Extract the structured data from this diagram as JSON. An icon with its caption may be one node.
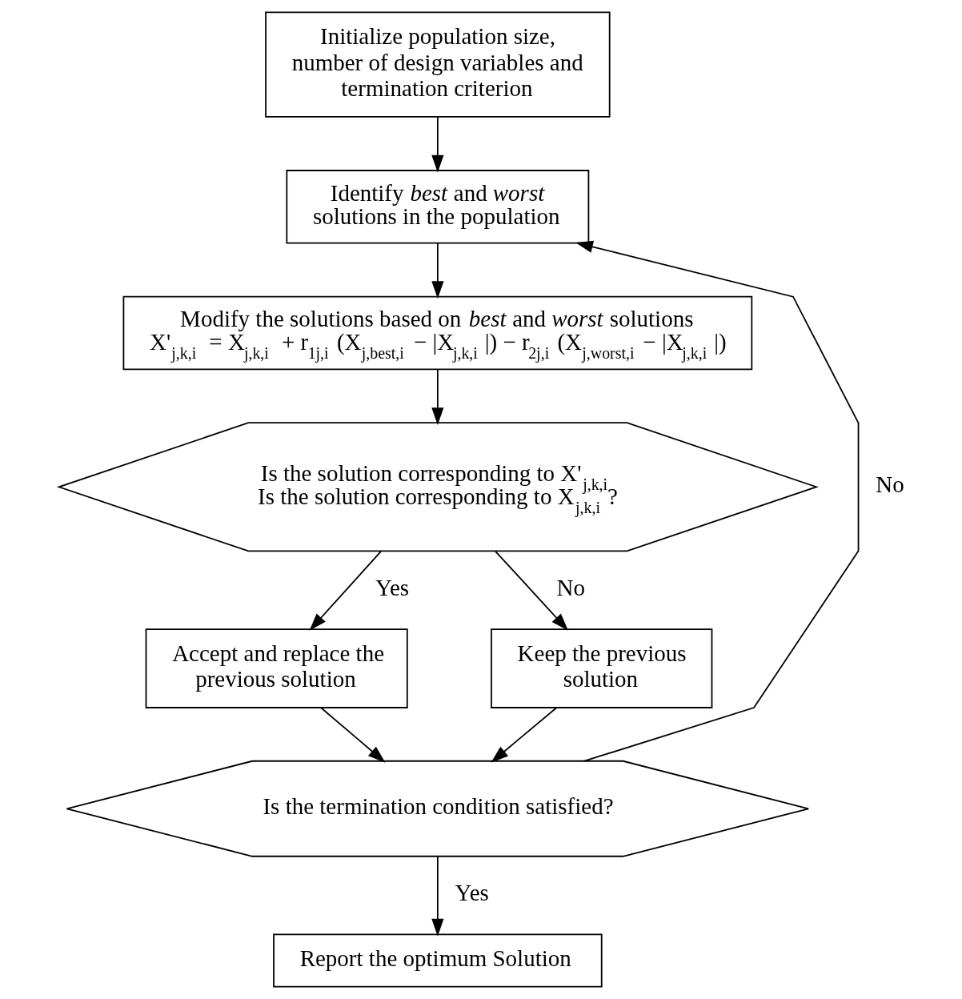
{
  "diagram": {
    "nodes": [
      {
        "text": [
          "Initialize population size, number of design variables and termination criterion"
        ]
      },
      {
        "text": [
          "Identify *best* and *worst* solutions in the population"
        ]
      },
      {
        "text": [
          "Modify the solutions based on *best* and *worst* solutions",
          "X'$_{j,k,i}$ = X$_{j,k,i}$ + r$_{1j,i}$(X$_{j,best,i}$ − |X$_{j,k,i}$|) − r$_{2j,i}$(X$_{j,worst,i}$ − |X$_{j,k,i}$|)"
        ]
      },
      {
        "text": [
          "Is the solution corresponding to X'$_{j,k,i}$",
          "Is the solution corresponding to X$_{j,k,i}$?"
        ]
      },
      {
        "text": [
          "Accept and replace the previous solution"
        ]
      },
      {
        "text": [
          "Keep the previous solution"
        ]
      },
      {
        "text": [
          "Is the termination condition satisfied?"
        ]
      },
      {
        "text": [
          "Report the optimum Solution"
        ]
      }
    ],
    "edges": [
      {
        "from": 0,
        "to": 1,
        "arrow": "to"
      },
      {
        "from": 1,
        "to": 2,
        "arrow": "to"
      },
      {
        "from": 2,
        "to": 3,
        "arrow": "to"
      },
      {
        "from": 3,
        "to": 4,
        "arrow": "to",
        "label": "Yes"
      },
      {
        "from": 3,
        "to": 5,
        "arrow": "to",
        "label": "No"
      },
      {
        "from": 4,
        "to": 6,
        "arrow": "to"
      },
      {
        "from": 5,
        "to": 6,
        "arrow": "to"
      },
      {
        "from": 6,
        "to": 1,
        "arrow": "to",
        "label": "No"
      },
      {
        "from": 6,
        "to": 7,
        "arrow": "to",
        "label": "Yes"
      }
    ]
  }
}
